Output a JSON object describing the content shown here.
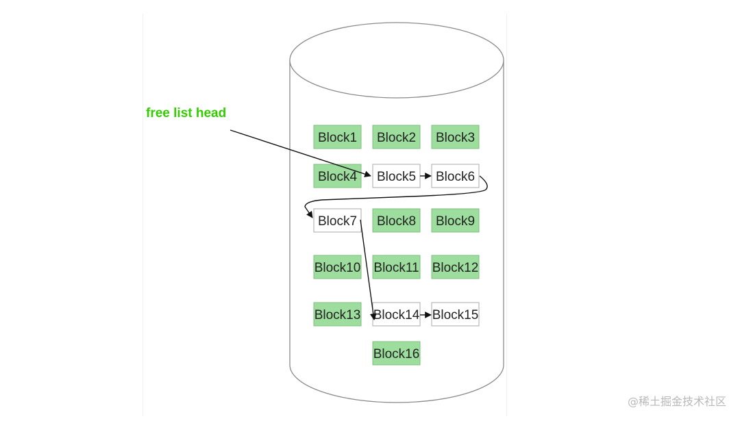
{
  "diagram": {
    "head_label": "free list head",
    "colors": {
      "used_fill": "#9ddd9d",
      "used_stroke": "#7fbf7f",
      "free_fill": "#ffffff",
      "free_stroke": "#aaaaaa",
      "head_label": "#33cc00",
      "line": "#111111"
    },
    "blocks": [
      {
        "id": "b1",
        "label": "Block1",
        "state": "used"
      },
      {
        "id": "b2",
        "label": "Block2",
        "state": "used"
      },
      {
        "id": "b3",
        "label": "Block3",
        "state": "used"
      },
      {
        "id": "b4",
        "label": "Block4",
        "state": "used"
      },
      {
        "id": "b5",
        "label": "Block5",
        "state": "free"
      },
      {
        "id": "b6",
        "label": "Block6",
        "state": "free"
      },
      {
        "id": "b7",
        "label": "Block7",
        "state": "free"
      },
      {
        "id": "b8",
        "label": "Block8",
        "state": "used"
      },
      {
        "id": "b9",
        "label": "Block9",
        "state": "used"
      },
      {
        "id": "b10",
        "label": "Block10",
        "state": "used"
      },
      {
        "id": "b11",
        "label": "Block11",
        "state": "used"
      },
      {
        "id": "b12",
        "label": "Block12",
        "state": "used"
      },
      {
        "id": "b13",
        "label": "Block13",
        "state": "used"
      },
      {
        "id": "b14",
        "label": "Block14",
        "state": "free"
      },
      {
        "id": "b15",
        "label": "Block15",
        "state": "free"
      },
      {
        "id": "b16",
        "label": "Block16",
        "state": "used"
      }
    ],
    "free_list": [
      "b5",
      "b6",
      "b7",
      "b14",
      "b15"
    ]
  },
  "watermark": "@稀土掘金技术社区"
}
